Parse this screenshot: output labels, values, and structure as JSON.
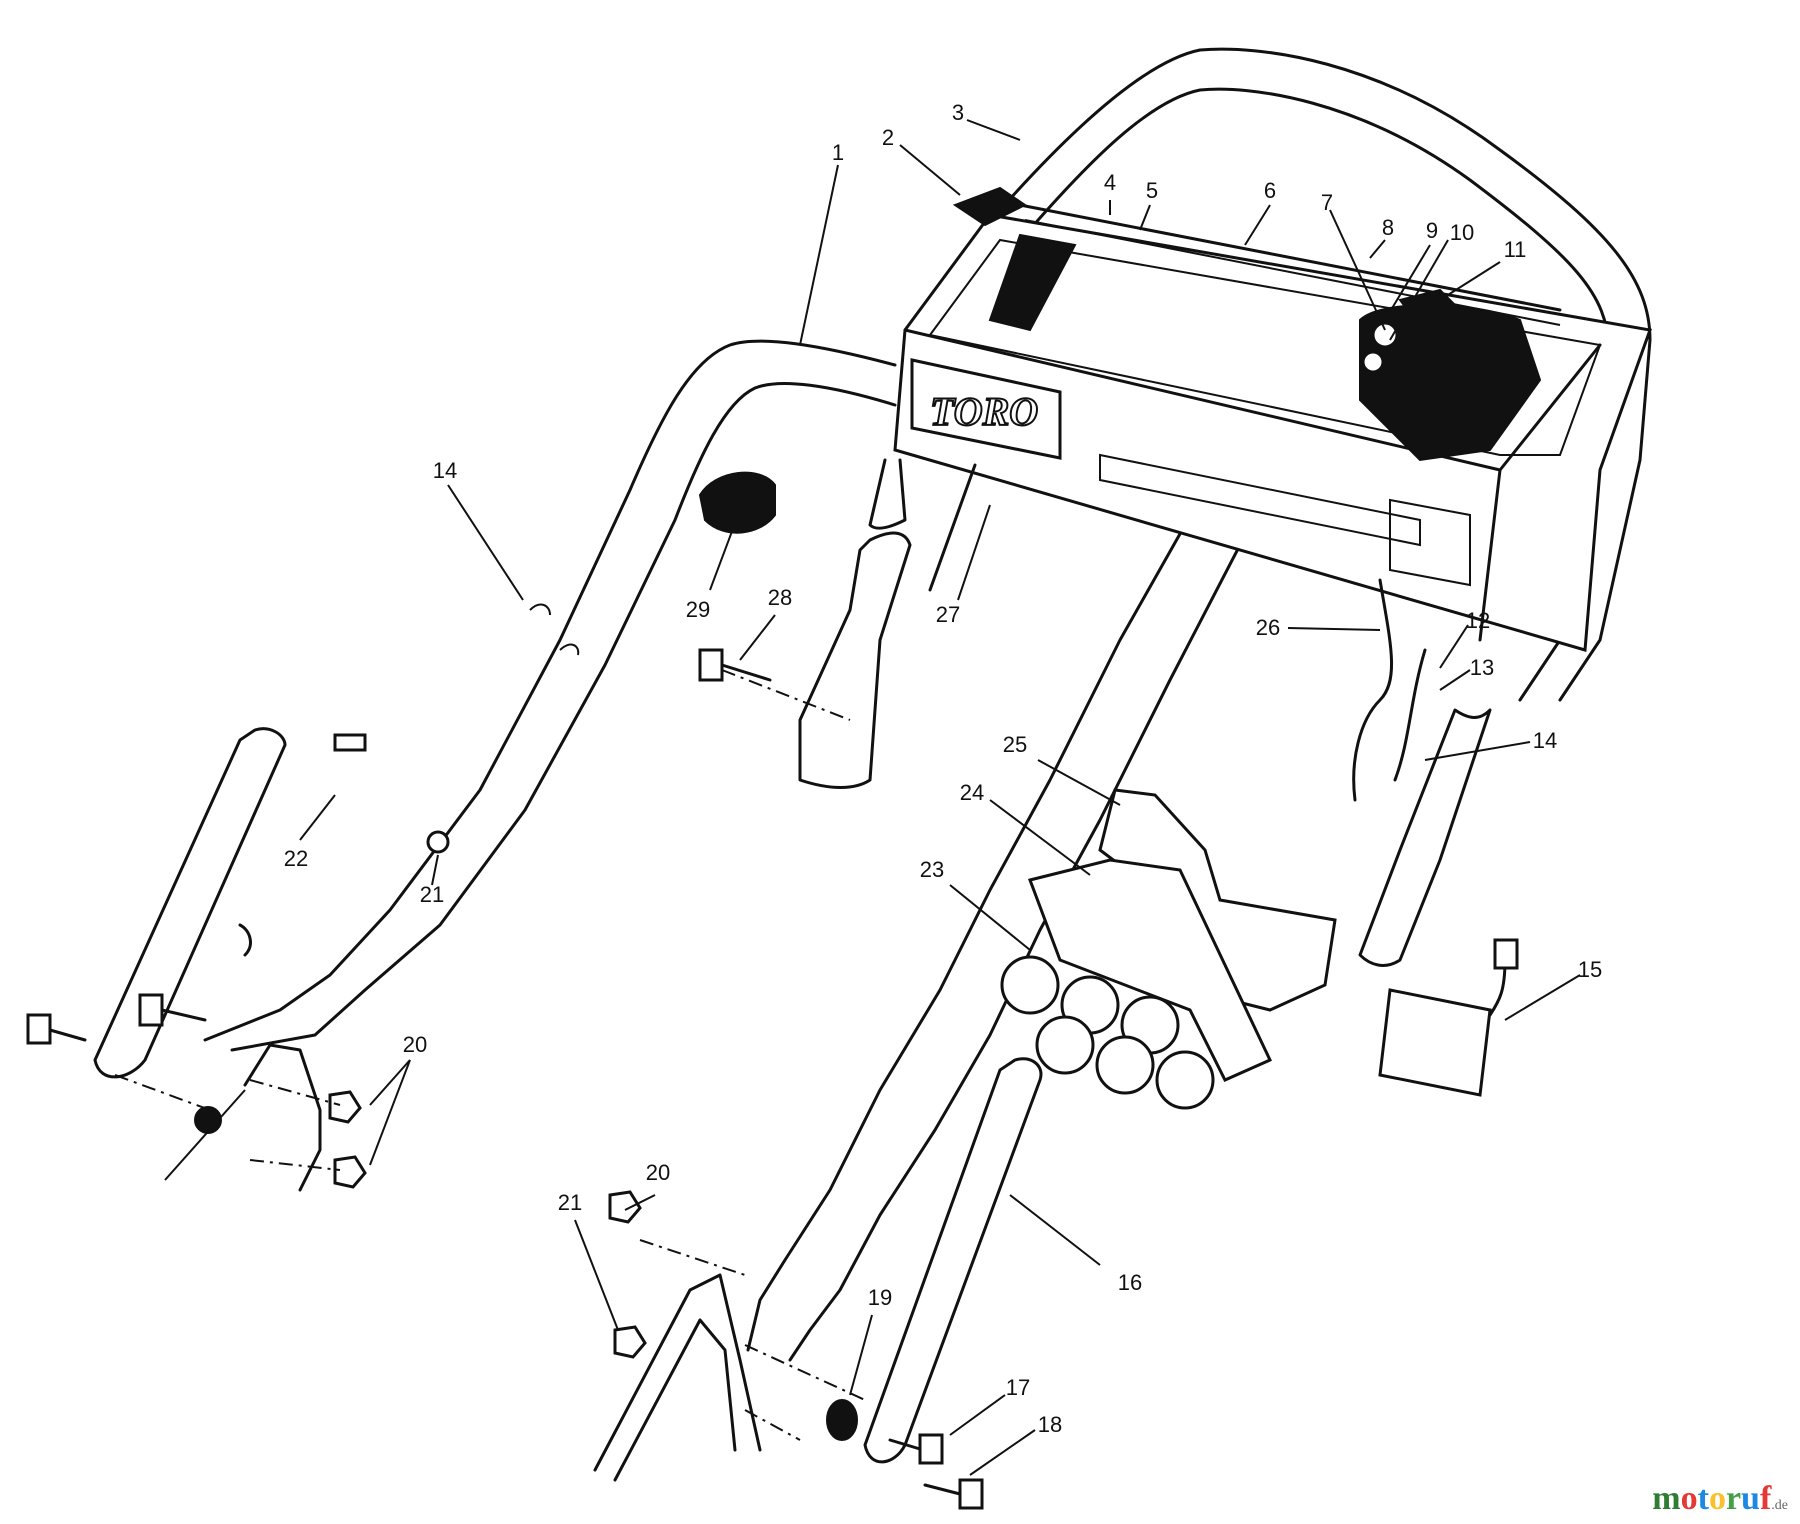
{
  "brand_label": "TORO",
  "watermark": {
    "text": "motoruf",
    "suffix": ".de",
    "letters": [
      {
        "ch": "m",
        "color": "#2e7d32"
      },
      {
        "ch": "o",
        "color": "#e53935"
      },
      {
        "ch": "t",
        "color": "#1e88e5"
      },
      {
        "ch": "o",
        "color": "#fbc02d"
      },
      {
        "ch": "r",
        "color": "#43a047"
      },
      {
        "ch": "u",
        "color": "#1e88e5"
      },
      {
        "ch": "f",
        "color": "#e53935"
      }
    ]
  },
  "callouts": [
    "1",
    "2",
    "3",
    "4",
    "5",
    "6",
    "7",
    "8",
    "9",
    "10",
    "11",
    "12",
    "13",
    "14",
    "14",
    "15",
    "16",
    "17",
    "18",
    "19",
    "20",
    "20",
    "21",
    "21",
    "22",
    "23",
    "24",
    "25",
    "26",
    "27",
    "28",
    "29"
  ]
}
